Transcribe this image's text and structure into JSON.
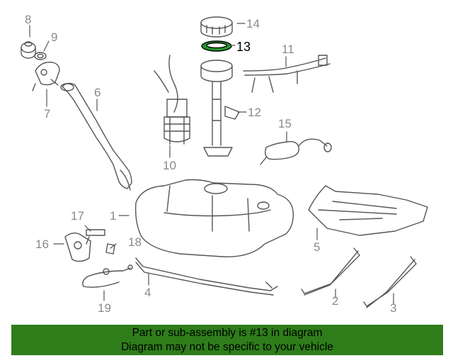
{
  "colors": {
    "banner": "#2e7d1a",
    "highlight": "#1f9a2a",
    "callout": "#8a8a8a",
    "outline": "#555555"
  },
  "callouts": [
    {
      "id": "1",
      "text": "1"
    },
    {
      "id": "2",
      "text": "2"
    },
    {
      "id": "3",
      "text": "3"
    },
    {
      "id": "4",
      "text": "4"
    },
    {
      "id": "5",
      "text": "5"
    },
    {
      "id": "6",
      "text": "6"
    },
    {
      "id": "7",
      "text": "7"
    },
    {
      "id": "8",
      "text": "8"
    },
    {
      "id": "9",
      "text": "9"
    },
    {
      "id": "10",
      "text": "10"
    },
    {
      "id": "11",
      "text": "11"
    },
    {
      "id": "12",
      "text": "12"
    },
    {
      "id": "13",
      "text": "13",
      "highlighted": true
    },
    {
      "id": "14",
      "text": "14"
    },
    {
      "id": "15",
      "text": "15"
    },
    {
      "id": "16",
      "text": "16"
    },
    {
      "id": "17",
      "text": "17"
    },
    {
      "id": "18",
      "text": "18"
    },
    {
      "id": "19",
      "text": "19"
    }
  ],
  "banner": {
    "line1": "Part or sub-assembly is #13 in diagram",
    "line2": "Diagram may not be specific to your vehicle"
  }
}
